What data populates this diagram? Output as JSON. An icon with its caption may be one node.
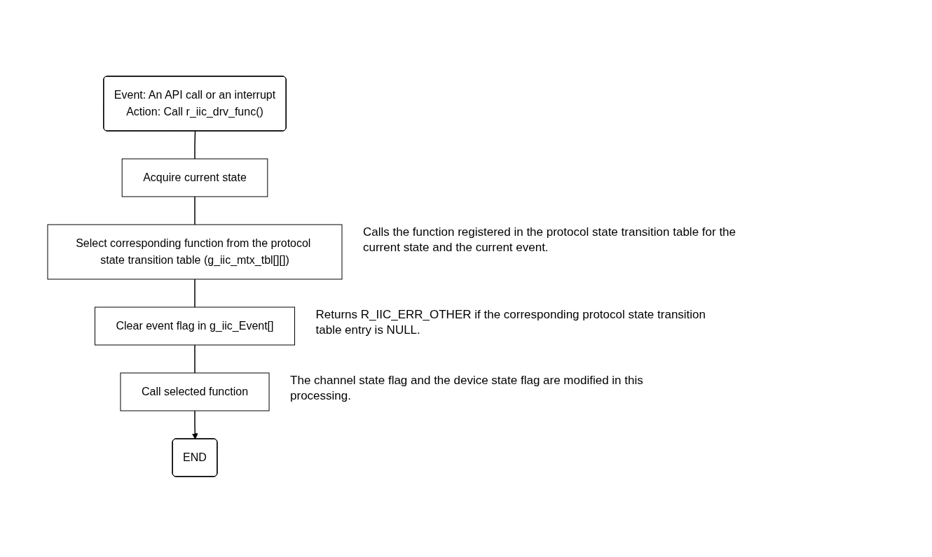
{
  "diagram": {
    "nodes": [
      {
        "text": [
          "Event: An API call or an interrupt",
          "Action: Call r_iic_drv_func()"
        ]
      },
      {
        "text": [
          "Acquire current state"
        ]
      },
      {
        "text": [
          "Select corresponding function from the protocol state transition table (g_iic_mtx_tbl[][])"
        ],
        "beside": [
          "Calls the function registered in the protocol state transition table for the current state and the current event."
        ]
      },
      {
        "text": [
          "Clear event flag in g_iic_Event[]"
        ],
        "beside": [
          "Returns R_IIC_ERR_OTHER if the corresponding protocol state transition table entry is NULL."
        ]
      },
      {
        "text": [
          "Call selected function"
        ],
        "beside": [
          "The channel state flag and the device state flag are modified in this processing."
        ]
      },
      {
        "text": [
          "END"
        ]
      }
    ],
    "edges": [
      {
        "from": 0,
        "to": 1,
        "arrow": "none"
      },
      {
        "from": 1,
        "to": 2,
        "arrow": "none"
      },
      {
        "from": 2,
        "to": 3,
        "arrow": "none"
      },
      {
        "from": 3,
        "to": 4,
        "arrow": "none"
      },
      {
        "from": 4,
        "to": 5,
        "arrow": "to"
      }
    ]
  }
}
